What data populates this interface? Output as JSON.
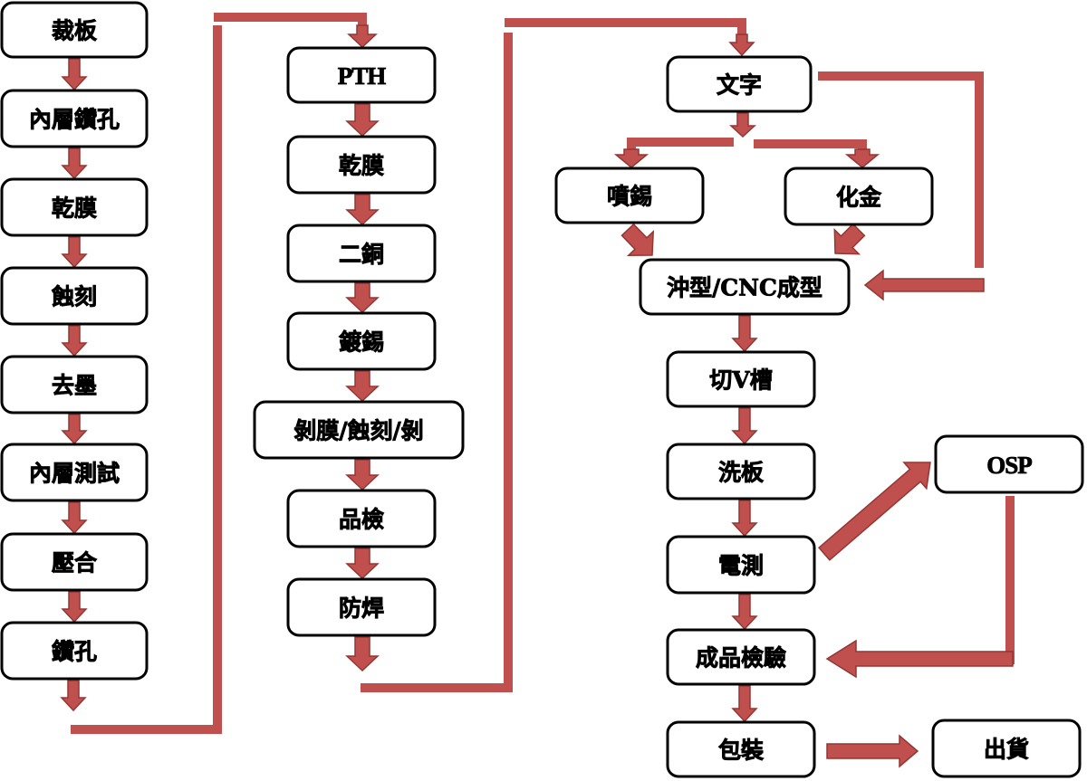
{
  "diagram": {
    "title": "PCB manufacturing process flow",
    "colors": {
      "arrow_fill": "#c0504d",
      "arrow_edge": "#943634",
      "box_border": "#000000",
      "box_fill": "#ffffff"
    },
    "nodes": {
      "cut_board": "裁板",
      "inner_drill": "內層鑽孔",
      "dry_film_1": "乾膜",
      "etch": "蝕刻",
      "strip_ink": "去墨",
      "inner_test": "內層測試",
      "lamination": "壓合",
      "drill": "鑽孔",
      "pth": "PTH",
      "dry_film_2": "乾膜",
      "copper_2": "二銅",
      "tin_plating": "鍍錫",
      "strip_etch_strip": "剝膜/蝕刻/剝",
      "quality_check": "品檢",
      "solder_mask": "防焊",
      "silkscreen": "文字",
      "hasl": "噴錫",
      "enig": "化金",
      "routing": "沖型/CNC成型",
      "v_cut": "切V槽",
      "board_wash": "洗板",
      "e_test": "電測",
      "osp": "OSP",
      "final_inspection": "成品檢驗",
      "packing": "包裝",
      "shipping": "出貨"
    },
    "edges": [
      [
        "cut_board",
        "inner_drill"
      ],
      [
        "inner_drill",
        "dry_film_1"
      ],
      [
        "dry_film_1",
        "etch"
      ],
      [
        "etch",
        "strip_ink"
      ],
      [
        "strip_ink",
        "inner_test"
      ],
      [
        "inner_test",
        "lamination"
      ],
      [
        "lamination",
        "drill"
      ],
      [
        "drill",
        "pth"
      ],
      [
        "pth",
        "dry_film_2"
      ],
      [
        "dry_film_2",
        "copper_2"
      ],
      [
        "copper_2",
        "tin_plating"
      ],
      [
        "tin_plating",
        "strip_etch_strip"
      ],
      [
        "strip_etch_strip",
        "quality_check"
      ],
      [
        "quality_check",
        "solder_mask"
      ],
      [
        "solder_mask",
        "silkscreen"
      ],
      [
        "silkscreen",
        "hasl"
      ],
      [
        "silkscreen",
        "enig"
      ],
      [
        "silkscreen",
        "routing"
      ],
      [
        "hasl",
        "routing"
      ],
      [
        "enig",
        "routing"
      ],
      [
        "routing",
        "v_cut"
      ],
      [
        "v_cut",
        "board_wash"
      ],
      [
        "board_wash",
        "e_test"
      ],
      [
        "e_test",
        "osp"
      ],
      [
        "e_test",
        "final_inspection"
      ],
      [
        "osp",
        "final_inspection"
      ],
      [
        "final_inspection",
        "packing"
      ],
      [
        "packing",
        "shipping"
      ]
    ]
  }
}
